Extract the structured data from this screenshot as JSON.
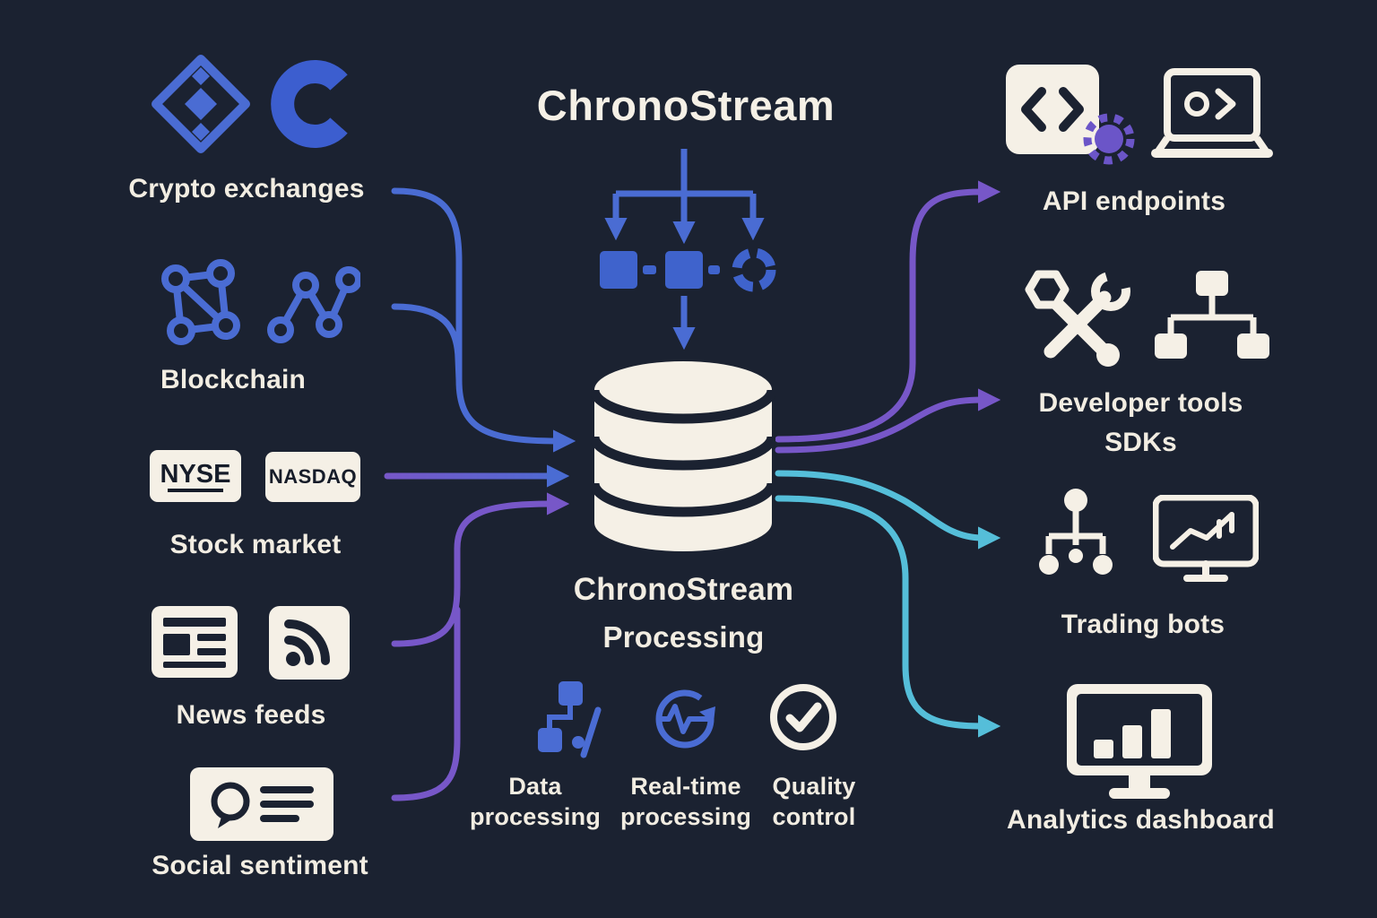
{
  "title": "ChronoStream",
  "sources": [
    {
      "label": "Crypto exchanges",
      "icons": [
        "binance-diamond-icon",
        "coinbase-c-icon"
      ]
    },
    {
      "label": "Blockchain",
      "icons": [
        "blockchain-nodes-icon",
        "blockchain-links-icon"
      ]
    },
    {
      "label": "Stock market",
      "badges": [
        "NYSE",
        "NASDAQ"
      ]
    },
    {
      "label": "News feeds",
      "icons": [
        "newspaper-icon",
        "rss-icon"
      ]
    },
    {
      "label": "Social sentiment",
      "icons": [
        "chat-card-icon"
      ]
    }
  ],
  "pipeline": {
    "db_title": "ChronoStream",
    "db_subtitle": "Processing",
    "db_icon": "database-cylinder-icon",
    "split_icon": "pipeline-split-icon",
    "processes": [
      {
        "line1": "Data",
        "line2": "processing",
        "icon": "data-processing-icon"
      },
      {
        "line1": "Real-time",
        "line2": "processing",
        "icon": "realtime-sync-icon"
      },
      {
        "line1": "Quality",
        "line2": "control",
        "icon": "quality-check-icon"
      }
    ]
  },
  "outputs": [
    {
      "label": "API endpoints",
      "icons": [
        "code-brackets-icon",
        "laptop-code-icon"
      ]
    },
    {
      "line1": "Developer tools",
      "line2": "SDKs",
      "icons": [
        "tools-icon",
        "sitemap-icon"
      ]
    },
    {
      "label": "Trading bots",
      "icons": [
        "network-nodes-icon",
        "chart-monitor-icon"
      ]
    },
    {
      "label": "Analytics dashboard",
      "icons": [
        "bar-chart-monitor-icon"
      ]
    }
  ],
  "colors": {
    "background": "#1b2231",
    "cream": "#f5f0e6",
    "blue": "#4a6cd3",
    "purple": "#7757c8",
    "teal": "#55bed9"
  }
}
